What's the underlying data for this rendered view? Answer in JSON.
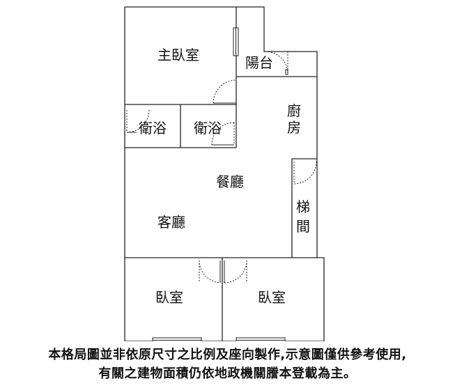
{
  "rooms": {
    "master_bedroom": "主臥室",
    "balcony": "陽台",
    "kitchen": [
      "廚",
      "房"
    ],
    "bathroom_1": "衛浴",
    "bathroom_2": "衛浴",
    "dining": "餐廳",
    "stairwell": [
      "梯",
      "間"
    ],
    "living": "客廳",
    "bedroom_1": "臥室",
    "bedroom_2": "臥室"
  },
  "disclaimer": {
    "line1": "本格局圖並非依原尺寸之比例及座向製作,示意圖僅供參考使用,",
    "line2": "有關之建物面積仍依地政機關謄本登載為主。"
  }
}
